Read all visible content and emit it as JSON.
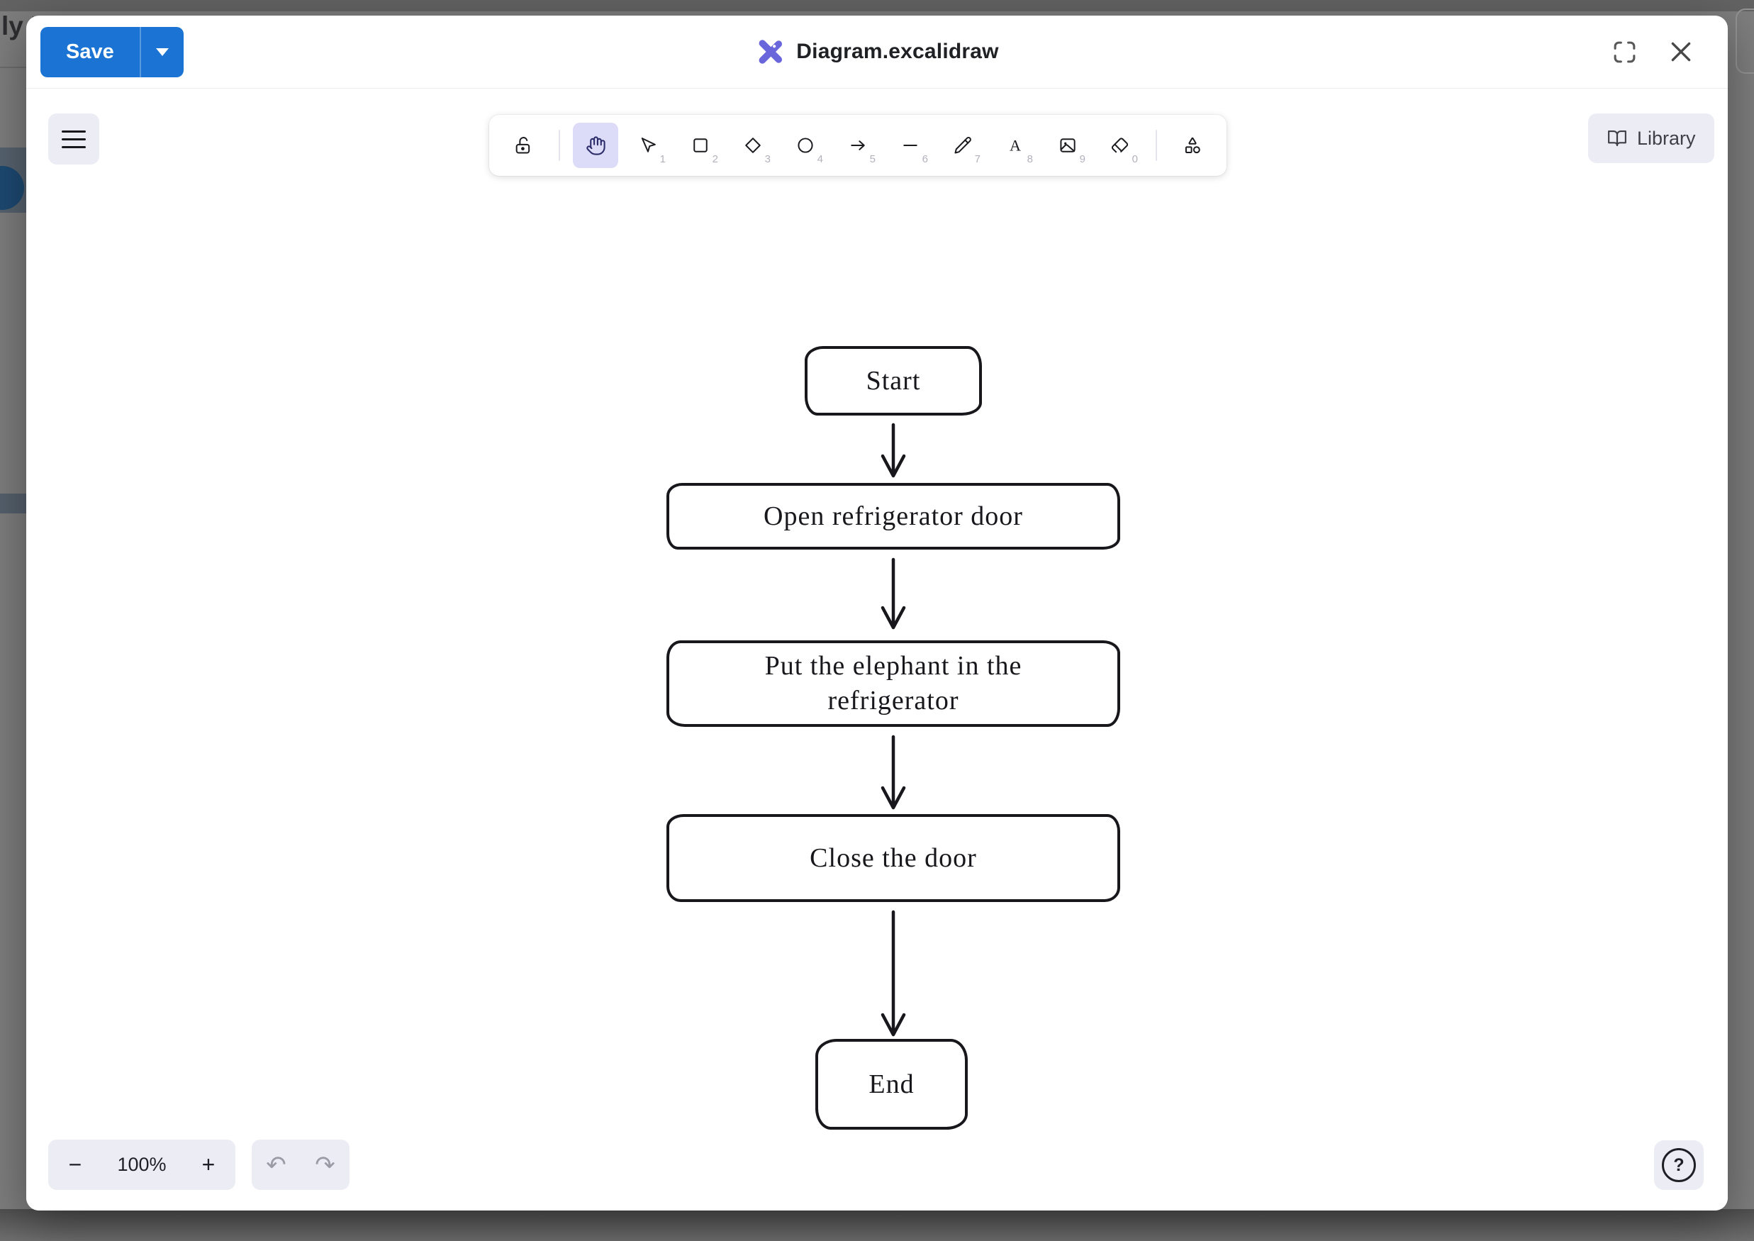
{
  "underlay": {
    "clipped_header_text": "ly F"
  },
  "modal": {
    "title": "Diagram.excalidraw",
    "save_button": {
      "label": "Save"
    }
  },
  "toolbar": {
    "tools": [
      {
        "name": "lock",
        "shortcut": ""
      },
      {
        "name": "hand",
        "shortcut": "",
        "active": true
      },
      {
        "name": "selection",
        "shortcut": "1"
      },
      {
        "name": "rectangle",
        "shortcut": "2"
      },
      {
        "name": "diamond",
        "shortcut": "3"
      },
      {
        "name": "ellipse",
        "shortcut": "4"
      },
      {
        "name": "arrow",
        "shortcut": "5"
      },
      {
        "name": "line",
        "shortcut": "6"
      },
      {
        "name": "draw",
        "shortcut": "7"
      },
      {
        "name": "text",
        "shortcut": "8"
      },
      {
        "name": "image",
        "shortcut": "9"
      },
      {
        "name": "eraser",
        "shortcut": "0"
      },
      {
        "name": "more-shapes",
        "shortcut": ""
      }
    ]
  },
  "library_button": {
    "label": "Library"
  },
  "footer": {
    "zoom_out_glyph": "−",
    "zoom_level": "100%",
    "zoom_in_glyph": "+",
    "undo_glyph": "↶",
    "redo_glyph": "↷"
  },
  "help_button": {
    "label": "?"
  },
  "diagram": {
    "type": "flowchart",
    "nodes": [
      {
        "id": "start",
        "label": "Start"
      },
      {
        "id": "open-door",
        "label": "Open refrigerator door"
      },
      {
        "id": "put-elephant",
        "label": "Put the elephant in the refrigerator"
      },
      {
        "id": "close-door",
        "label": "Close the door"
      },
      {
        "id": "end",
        "label": "End"
      }
    ],
    "edges": [
      {
        "from": "start",
        "to": "open-door"
      },
      {
        "from": "open-door",
        "to": "put-elephant"
      },
      {
        "from": "put-elephant",
        "to": "close-door"
      },
      {
        "from": "close-door",
        "to": "end"
      }
    ]
  },
  "colors": {
    "accent_blue": "#1b74d3",
    "logo_purple": "#6965db",
    "active_tool_bg": "#dcdbf8",
    "active_tool_icon": "#2c2c6a",
    "island_bg": "#ececf4",
    "canvas_stroke": "#17171c"
  }
}
